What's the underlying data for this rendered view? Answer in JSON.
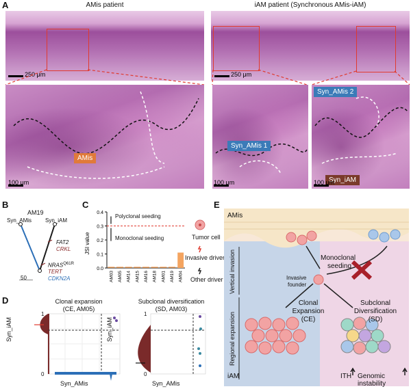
{
  "panel_a": {
    "letter": "A",
    "left_title": "AMis patient",
    "right_title": "iAM patient (Synchronous AMis-iAM)",
    "scale_top_left": "250 μm",
    "scale_top_right": "250 μm",
    "scale_bottom": "100 μm",
    "label_amis": "AMis",
    "label_syn1": "Syn_AMis 1",
    "label_syn2": "Syn_AMis 2",
    "label_syn_iam": "Syn_iAM",
    "colors": {
      "amis": "#e07a3a",
      "syn_amis": "#3b7bb8",
      "syn_iam": "#7a3a2a"
    }
  },
  "panel_b": {
    "letter": "B",
    "title": "AM19",
    "leaf_left": "Syn_AMis",
    "leaf_right": "Syn_iAM",
    "gene1": "FAT2",
    "gene2": "CRKL",
    "gene3": "NRAS",
    "gene3_sup": "Q61R",
    "gene4": "TERT",
    "gene5": "CDKN2A",
    "scale": "50"
  },
  "panel_c": {
    "letter": "C",
    "ylabel": "JSI value",
    "poly_text": "Polyclonal seeding",
    "mono_text": "Monoclonal seeding",
    "legend_tumor": "Tumor cell",
    "legend_invasive": "Invasive driver",
    "legend_other": "Other driver",
    "chart_data": {
      "type": "bar",
      "categories": [
        "AM03",
        "AM05",
        "AM14",
        "AM15",
        "AM16",
        "AM18",
        "AM01",
        "AM19",
        "AM04"
      ],
      "values": [
        0,
        0,
        0,
        0,
        0,
        0,
        0,
        0,
        0.11
      ],
      "ylim": [
        0,
        0.4
      ],
      "yticks": [
        "0.0",
        "0.1",
        "0.2",
        "0.3",
        "0.4"
      ],
      "threshold": 0.3,
      "bar_color": "#f4a460"
    }
  },
  "panel_d": {
    "letter": "D",
    "left_title_1": "Clonal expansion",
    "left_title_2": "(CE, AM05)",
    "right_title_1": "Subclonal diversification",
    "right_title_2": "(SD, AM03)",
    "xlabel": "Syn_AMis",
    "ylabel": "Syn_iAM",
    "tick_1": "1",
    "tick_0": "0"
  },
  "panel_e": {
    "letter": "E",
    "top_label": "AMis",
    "bottom_label": "iAM",
    "vertical_label": "Vertical invasion",
    "regional_label": "Regional expansion",
    "mono_line1": "Monoclonal",
    "mono_line2": "seeding",
    "founder_line1": "Invasive",
    "founder_line2": "founder",
    "ce_line1": "Clonal",
    "ce_line2": "Expansion",
    "ce_line3": "(CE)",
    "sd_line1": "Subclonal",
    "sd_line2": "Diversification",
    "sd_line3": "(SD)",
    "ith_text": "ITH",
    "genomic_text": "Genomic instability"
  }
}
